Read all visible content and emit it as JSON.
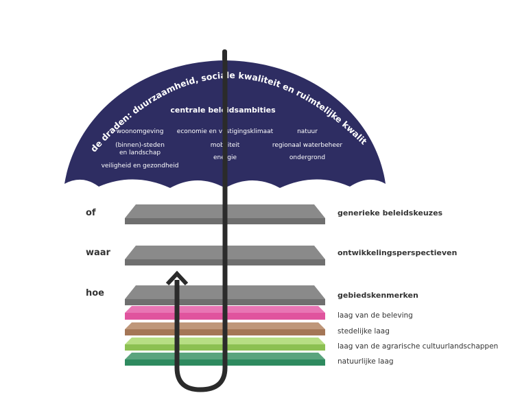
{
  "umbrella": {
    "arc_text": "rode draden: duurzaamheid, sociale kwaliteit en ruimtelijke kwaliteit",
    "heading": "centrale beleidsambities",
    "ambitions": {
      "woonomgeving": "woonomgeving",
      "economie": "economie en vestigingsklimaat",
      "natuur": "natuur",
      "steden": "(binnen)-steden",
      "steden2": "en landschap",
      "mobiliteit": "mobiliteit",
      "waterbeheer": "regionaal waterbeheer",
      "energie": "energie",
      "ondergrond": "ondergrond",
      "veiligheid": "veiligheid en gezondheid"
    }
  },
  "questions": {
    "of": "of",
    "waar": "waar",
    "hoe": "hoe"
  },
  "levels": {
    "generic": "generieke beleidskeuzes",
    "development": "ontwikkelingsperspectieven",
    "area": "gebiedskenmerken"
  },
  "layers": {
    "beleving": "laag van de beleving",
    "stedelijk": "stedelijke laag",
    "agrarisch": "laag van de agrarische cultuurlandschappen",
    "natuurlijk": "natuurlijke laag"
  },
  "colors": {
    "canopy": "#2e2d62",
    "shaft": "#2b2b2b",
    "plate": "#7d7d7d",
    "beleving": "#e0549e",
    "stedelijk": "#a47656",
    "agrarisch": "#9ccc5f",
    "natuurlijk": "#2e8a5f"
  }
}
